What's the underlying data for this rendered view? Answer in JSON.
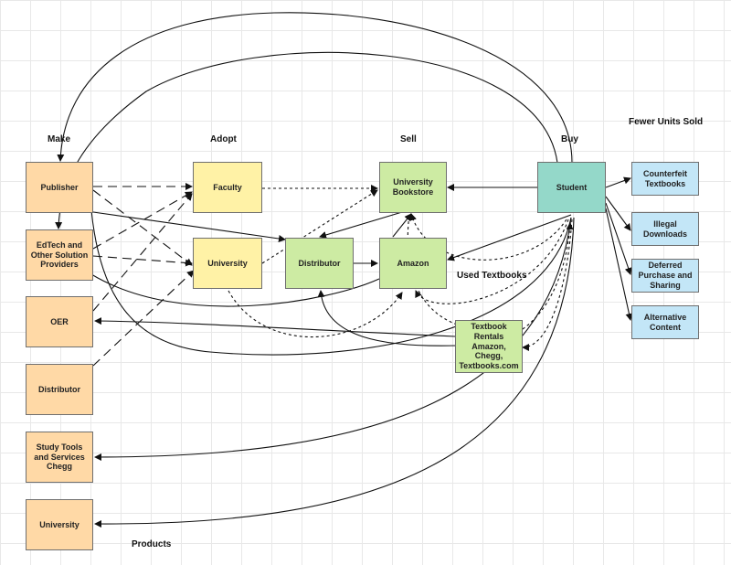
{
  "headings": {
    "make": "Make",
    "adopt": "Adopt",
    "sell": "Sell",
    "buy": "Buy",
    "fewer_units_sold": "Fewer Units Sold",
    "used_textbooks": "Used Textbooks",
    "products": "Products"
  },
  "nodes": {
    "publisher": "Publisher",
    "edtech": "EdTech and Other Solution Providers",
    "oer": "OER",
    "distributor_make": "Distributor",
    "study_tools": "Study Tools and Services Chegg",
    "university_product": "University",
    "faculty": "Faculty",
    "university_adopt": "University",
    "distributor_sell": "Distributor",
    "university_bookstore": "University Bookstore",
    "amazon": "Amazon",
    "textbook_rentals": "Textbook Rentals Amazon, Chegg, Textbooks.com",
    "student": "Student",
    "counterfeit": "Counterfeit Textbooks",
    "illegal_downloads": "Illegal Downloads",
    "deferred_purchase": "Deferred Purchase and Sharing",
    "alternative_content": "Alternative Content"
  },
  "colors": {
    "make_fill": "#ffd9a6",
    "adopt_fill": "#fff2a6",
    "sell_fill": "#cdeba3",
    "buy_fill": "#94d8c9",
    "fewer_fill": "#c3e6f7",
    "edge": "#111111"
  }
}
